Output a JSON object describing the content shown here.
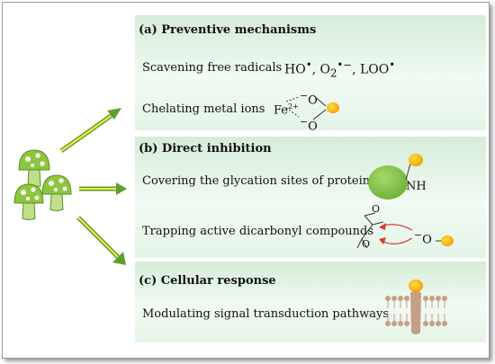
{
  "panel_a": {
    "heading": "(a) Preventive mechanisms",
    "scavenging": {
      "label": "Scavening  free radicals",
      "radicals": [
        "HO",
        "O",
        "LOO"
      ],
      "subscript": "2",
      "charge": "−"
    },
    "chelating": {
      "label": "Chelating metal ions",
      "ion": "Fe",
      "ion_charge": "2+",
      "ligand_charge": "−",
      "ligand_atom": "O"
    }
  },
  "panel_b": {
    "heading": "(b) Direct inhibition",
    "covering": {
      "label": "Covering the glycation sites of proteins",
      "group": "NH"
    },
    "trapping": {
      "label": "Trapping active dicarbonyl compounds",
      "atom": "O",
      "charge": "−"
    }
  },
  "panel_c": {
    "heading": "(c) Cellular response",
    "modulating": {
      "label": "Modulating signal transduction pathways"
    }
  },
  "colors": {
    "panel_green": "#d5ecd9",
    "mushroom_green": "#8cc63f",
    "arrow_green": "#5aa02c",
    "arrow_yellow": "#ffe94a",
    "ball_orange": "#f5a100",
    "ball_yellow": "#ffd500",
    "receptor_brown": "#c79e86"
  }
}
